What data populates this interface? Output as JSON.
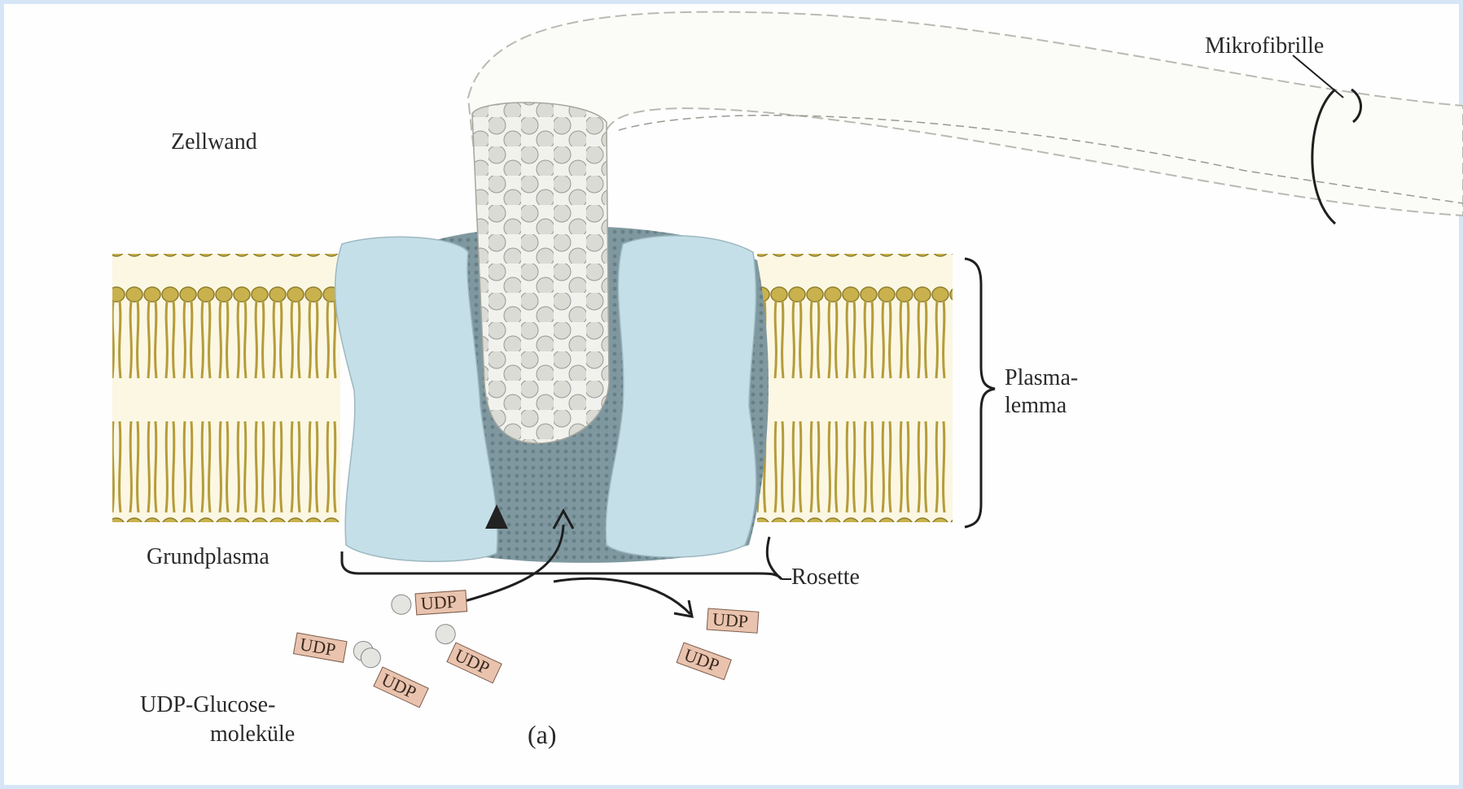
{
  "labels": {
    "mikrofibrille": "Mikrofibrille",
    "zellwand": "Zellwand",
    "plasmalemma_1": "Plasma-",
    "plasmalemma_2": "lemma",
    "grundplasma": "Grundplasma",
    "rosette": "Rosette",
    "udp_glucose_1": "UDP-Glucose-",
    "udp_glucose_2": "moleküle",
    "figure_id": "(a)"
  },
  "udp_tags": [
    "UDP",
    "UDP",
    "UDP",
    "UDP",
    "UDP",
    "UDP"
  ],
  "colors": {
    "membrane": "#c9b24e",
    "membrane_dark": "#8f7d2c",
    "protein_light": "#c5dfe8",
    "protein_dark": "#7f98a0",
    "udp_tag": "#e9c3ae",
    "frame": "#d6e6f7"
  }
}
